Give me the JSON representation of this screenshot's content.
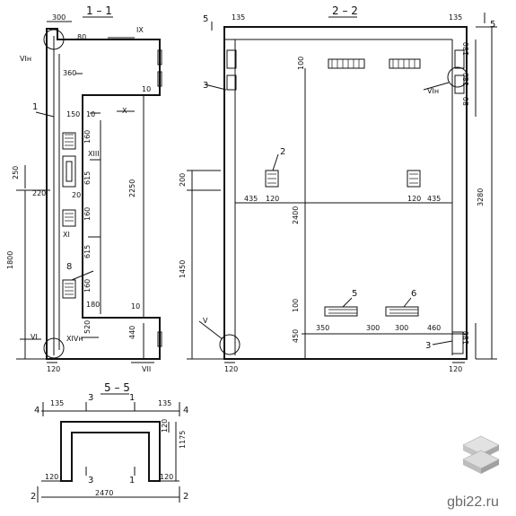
{
  "sections": {
    "s11": "1 – 1",
    "s22": "2 – 2",
    "s55": "5 – 5"
  },
  "dims": {
    "d300": "300",
    "d80": "80",
    "d360": "360",
    "d10a": "10",
    "d150": "150",
    "d10b": "10",
    "d160a": "160",
    "d615a": "615",
    "d160b": "160",
    "d615b": "615",
    "d160c": "160",
    "d180a": "180",
    "d520": "520",
    "d250": "250",
    "d220": "220",
    "d20": "20",
    "d1800": "1800",
    "d2250": "2250",
    "d440": "440",
    "d10c": "10",
    "d120a": "120",
    "d135a": "135",
    "d100a": "100",
    "d200": "200",
    "d435a": "435",
    "d120b": "120",
    "d2400": "2400",
    "d1450": "1450",
    "d100b": "100",
    "d450": "450",
    "d350": "350",
    "d300b": "300",
    "d300c": "300",
    "d460": "460",
    "d120c": "120",
    "d435b": "435",
    "d120d": "120",
    "d135b": "135",
    "d180b": "180",
    "d180c": "180",
    "d80b": "80",
    "d3280": "3280",
    "d180d": "180",
    "d120e": "120",
    "d135c": "135",
    "d135d": "135",
    "d120f": "120",
    "d1175": "1175",
    "d120g": "120",
    "d120h": "120",
    "d2470": "2470"
  },
  "marks": {
    "m1": "1",
    "m2": "2",
    "m3": "3",
    "m5": "5",
    "m6": "6",
    "m8": "8",
    "m3b": "3",
    "c1": "1",
    "c3": "3",
    "c4": "4",
    "c5": "5",
    "c2": "2"
  },
  "romans": {
    "IX": "IX",
    "VIn": "VIн",
    "X": "X",
    "XIII": "XIII",
    "XI": "XI",
    "XIVn": "XIVн",
    "VI": "VI",
    "VII": "VII",
    "V": "V",
    "VHn": "VIн"
  },
  "watermark": {
    "text": "gbi22.ru"
  }
}
